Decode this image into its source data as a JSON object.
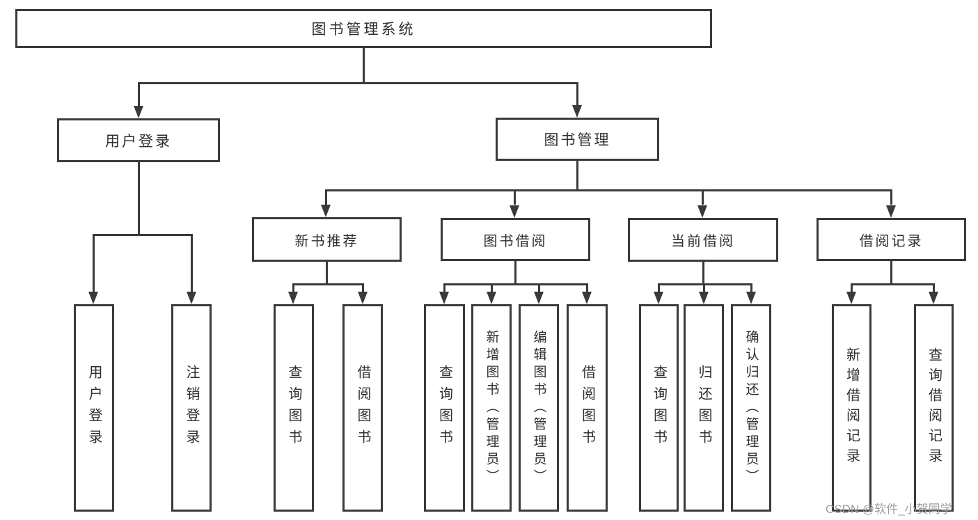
{
  "diagram": {
    "type": "tree",
    "root": {
      "label": "图书管理系统",
      "children": [
        {
          "label": "用户登录",
          "children": [
            {
              "label": "用户登录"
            },
            {
              "label": "注销登录"
            }
          ]
        },
        {
          "label": "图书管理",
          "children": [
            {
              "label": "新书推荐",
              "children": [
                {
                  "label": "查询图书"
                },
                {
                  "label": "借阅图书"
                }
              ]
            },
            {
              "label": "图书借阅",
              "children": [
                {
                  "label": "查询图书"
                },
                {
                  "label": "新增图书（管理员）"
                },
                {
                  "label": "编辑图书（管理员）"
                },
                {
                  "label": "借阅图书"
                }
              ]
            },
            {
              "label": "当前借阅",
              "children": [
                {
                  "label": "查询图书"
                },
                {
                  "label": "归还图书"
                },
                {
                  "label": "确认归还（管理员）"
                }
              ]
            },
            {
              "label": "借阅记录",
              "children": [
                {
                  "label": "新增借阅记录"
                },
                {
                  "label": "查询借阅记录"
                }
              ]
            }
          ]
        }
      ]
    }
  },
  "watermark": {
    "text": "CSDN @软件_小贺同学"
  },
  "colors": {
    "line": "#3a3a3a",
    "text": "#2e2e2e",
    "watermark": "#9e9e9e",
    "background": "#ffffff"
  }
}
